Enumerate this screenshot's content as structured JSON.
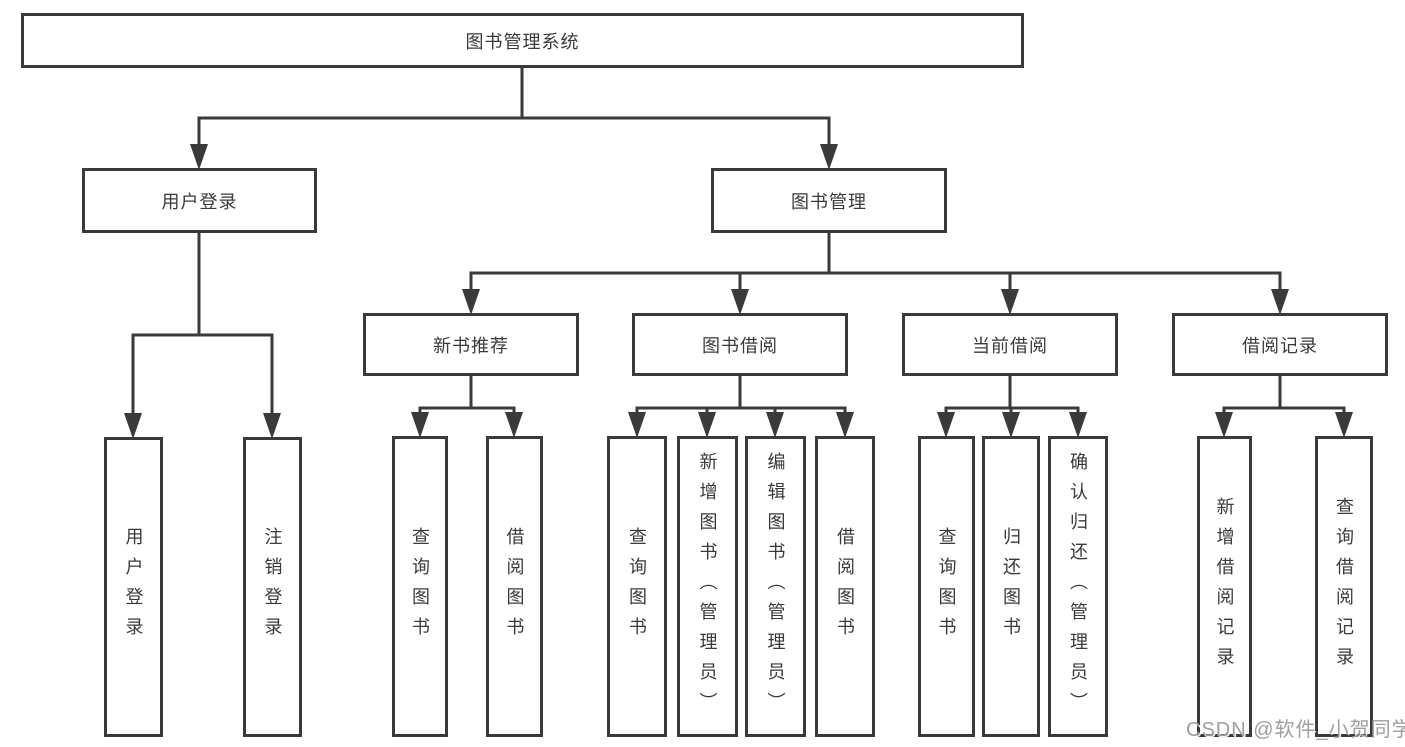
{
  "diagram": {
    "root": {
      "label": "图书管理系统"
    },
    "branches": [
      {
        "label": "用户登录",
        "children": [
          {
            "label": "用户登录"
          },
          {
            "label": "注销登录"
          }
        ]
      },
      {
        "label": "图书管理",
        "children": [
          {
            "label": "新书推荐",
            "children": [
              {
                "label": "查询图书"
              },
              {
                "label": "借阅图书"
              }
            ]
          },
          {
            "label": "图书借阅",
            "children": [
              {
                "label": "查询图书"
              },
              {
                "label": "新增图书（管理员）"
              },
              {
                "label": "编辑图书（管理员）"
              },
              {
                "label": "借阅图书"
              }
            ]
          },
          {
            "label": "当前借阅",
            "children": [
              {
                "label": "查询图书"
              },
              {
                "label": "归还图书"
              },
              {
                "label": "确认归还（管理员）"
              }
            ]
          },
          {
            "label": "借阅记录",
            "children": [
              {
                "label": "新增借阅记录"
              },
              {
                "label": "查询借阅记录"
              }
            ]
          }
        ]
      }
    ]
  },
  "watermark": {
    "text": "CSDN @软件_小贺同学"
  },
  "colors": {
    "line": "#3a3a3a",
    "text": "#3a3a3a",
    "box_fill": "#ffffff",
    "watermark": "#9e9e9e",
    "background": "#ffffff"
  }
}
